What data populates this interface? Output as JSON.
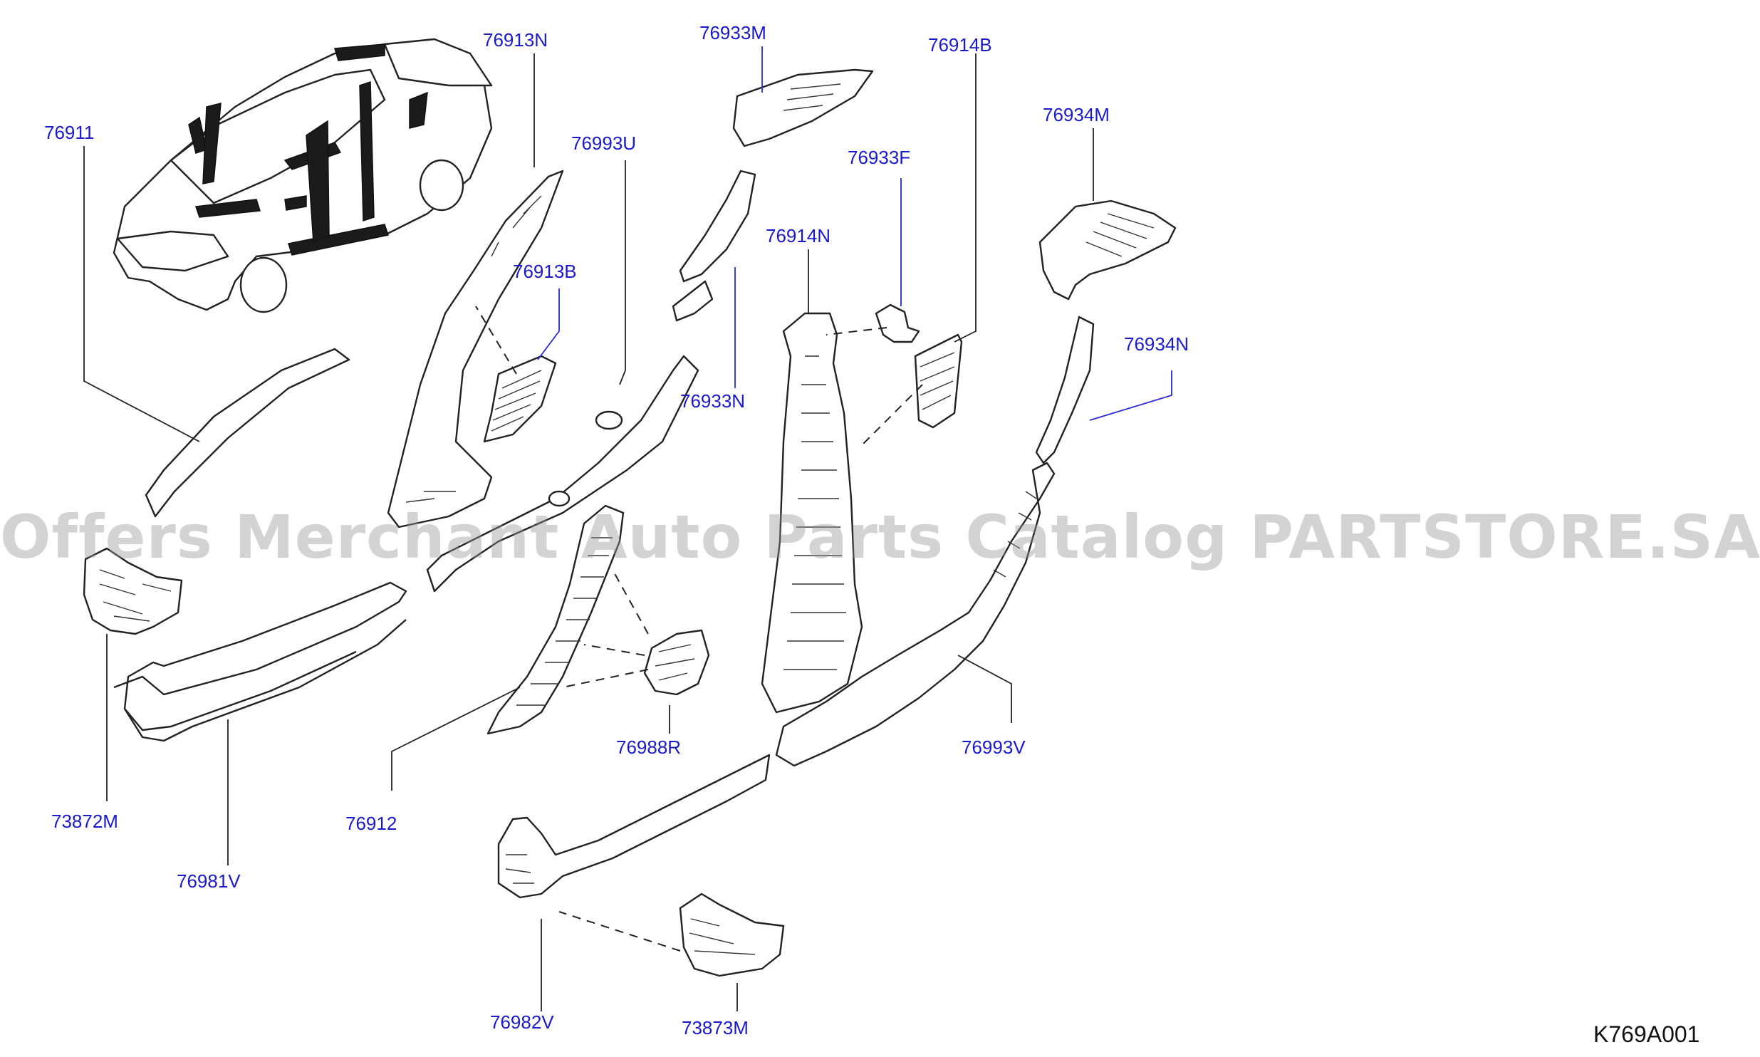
{
  "diagram_code": "K769A001",
  "watermark": "Offers Merchant Auto Parts Catalog PARTSTORE.SA",
  "labels": {
    "p76913N": "76913N",
    "p76933M": "76933M",
    "p76914B": "76914B",
    "p76911": "76911",
    "p76993U": "76993U",
    "p76934M": "76934M",
    "p76933F": "76933F",
    "p76914N": "76914N",
    "p76913B": "76913B",
    "p76934N": "76934N",
    "p76933N": "76933N",
    "p76988R": "76988R",
    "p76993V": "76993V",
    "p73872M": "73872M",
    "p76912": "76912",
    "p76981V": "76981V",
    "p76982V": "76982V",
    "p73873M": "73873M"
  },
  "colors": {
    "label": "#1a1acc",
    "lines": "#222222"
  }
}
